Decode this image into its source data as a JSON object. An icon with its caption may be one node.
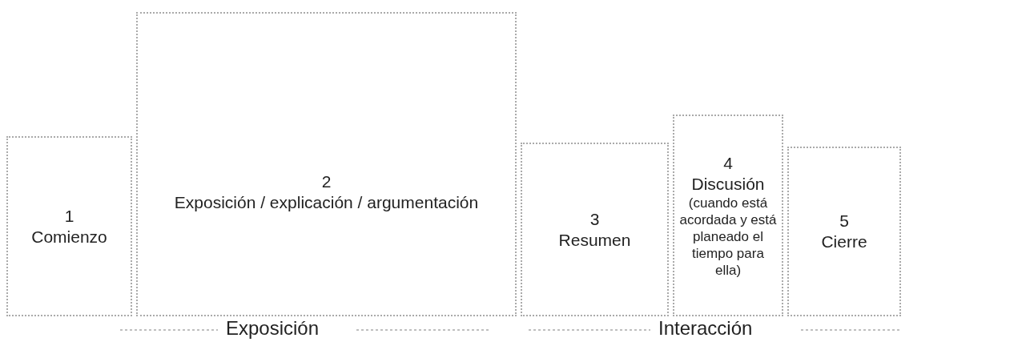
{
  "diagram": {
    "nodes": [
      {
        "text": [
          "1",
          "Comienzo"
        ]
      },
      {
        "text": [
          "2",
          "Exposición / explicación / argumentación"
        ]
      },
      {
        "text": [
          "3",
          "Resumen"
        ]
      },
      {
        "text": [
          "4",
          "Discusión",
          "(cuando está acordada y está planeado el tiempo para ella)"
        ]
      },
      {
        "text": [
          "5",
          "Cierre"
        ]
      }
    ],
    "edges": [],
    "labels": [
      "Exposición",
      "Interacción"
    ]
  }
}
